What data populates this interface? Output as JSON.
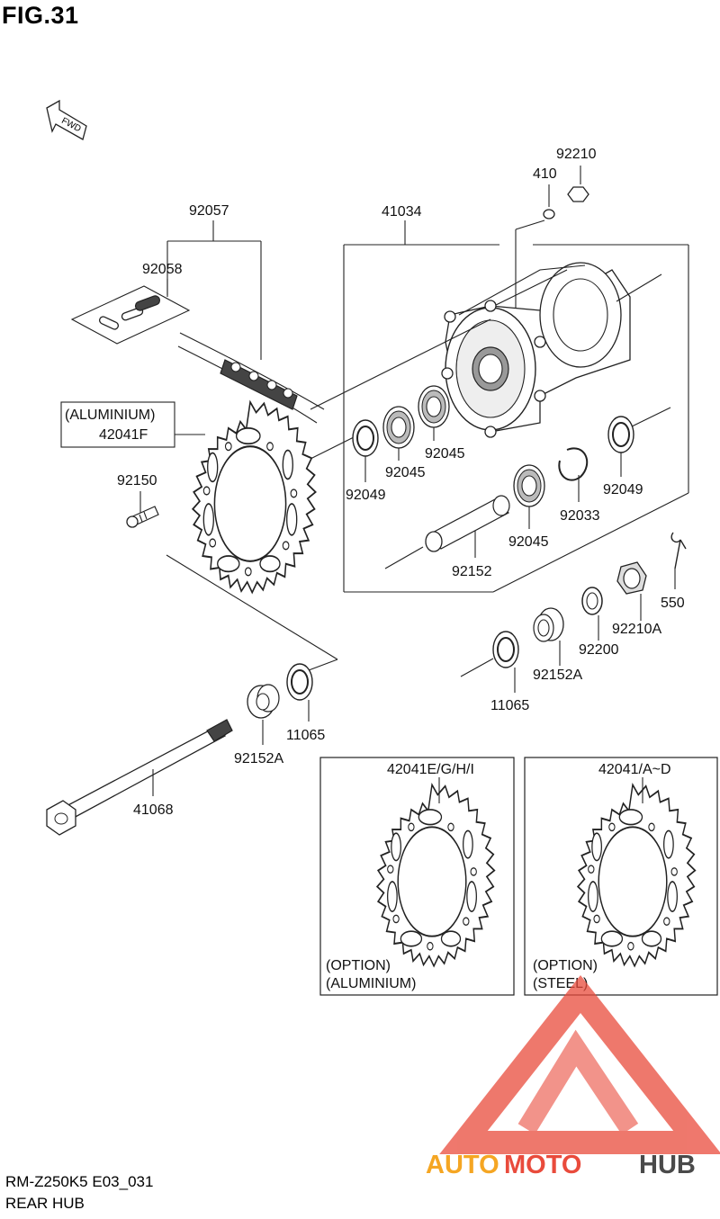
{
  "figure": {
    "title": "FIG.31",
    "code": "RM-Z250K5 E03_031",
    "name": "REAR HUB"
  },
  "direction_marker": "FWD",
  "part_labels": {
    "p92057": "92057",
    "p92058": "92058",
    "p41034": "41034",
    "p410": "410",
    "p92210": "92210",
    "p42041F": "42041F",
    "aluminium_note": "(ALUMINIUM)",
    "p92150": "92150",
    "p92049_a": "92049",
    "p92045_a": "92045",
    "p92045_b": "92045",
    "p92049_b": "92049",
    "p92033": "92033",
    "p92045_c": "92045",
    "p92152": "92152",
    "p550": "550",
    "p92210A": "92210A",
    "p92200": "92200",
    "p92152A_a": "92152A",
    "p11065_a": "11065",
    "p11065_b": "11065",
    "p92152A_b": "92152A",
    "p41068": "41068"
  },
  "option_boxes": [
    {
      "part": "42041E/G/H/I",
      "note1": "(OPTION)",
      "note2": "(ALUMINIUM)"
    },
    {
      "part": "42041/A~D",
      "note1": "(OPTION)",
      "note2": "(STEEL)"
    }
  ],
  "watermark": {
    "part1": "AUTO",
    "part2": "MOTO",
    "part3": "HUB",
    "color1": "#f5a623",
    "color2": "#e94b3c",
    "color3": "#4a4a4a"
  }
}
